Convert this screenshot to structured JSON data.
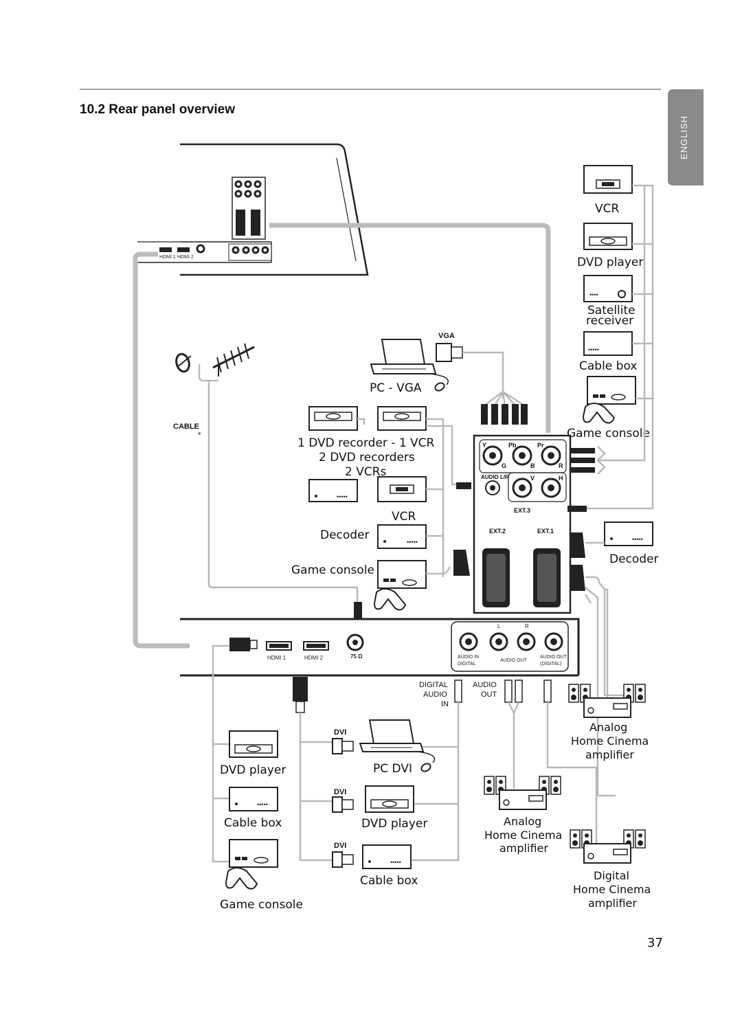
{
  "header": {
    "title": "10.2 Rear panel overview"
  },
  "side_tab": {
    "label": "ENGLISH",
    "color": "#8a8a8a"
  },
  "page_number": "37",
  "colors": {
    "wire": "#b9b9b9",
    "ink": "#222222"
  },
  "tv_top": {
    "port_labels": [
      "HDMI 1",
      "HDMI 2"
    ],
    "ext3_label": "EXT.3",
    "scart_labels": [
      "EXT.2",
      "EXT.1"
    ]
  },
  "antenna": {
    "cable_label": "CABLE"
  },
  "pc_vga": {
    "label": "PC - VGA",
    "connector_label": "VGA"
  },
  "left_devices": {
    "recorder_lines": [
      "1 DVD recorder - 1 VCR",
      "2 DVD recorders",
      "2 VCRs"
    ],
    "vcr": "VCR",
    "decoder": "Decoder",
    "game_console": "Game console"
  },
  "right_devices": {
    "vcr": "VCR",
    "dvd_player": "DVD player",
    "satellite": [
      "Satellite",
      "receiver"
    ],
    "cable_box": "Cable box",
    "game_console": "Game console",
    "decoder": "Decoder"
  },
  "ext3_panel": {
    "jacks": [
      "Y",
      "Pb",
      "Pr",
      "G",
      "B",
      "R",
      "V",
      "H"
    ],
    "audio_label": "AUDIO L/R",
    "title": "EXT.3",
    "scarts": [
      "EXT.2",
      "EXT.1"
    ]
  },
  "bottom_panel": {
    "ports": [
      "HDMI 1",
      "HDMI 2",
      "75 Ω"
    ],
    "audio_lr": [
      "L",
      "R"
    ],
    "audio_in": [
      "AUDIO IN",
      "DIGITAL"
    ],
    "audio_out": "AUDIO OUT",
    "audio_out_digital": [
      "AUDIO OUT",
      "(DIGITAL)"
    ]
  },
  "bottom_labels": {
    "digital_audio_in": [
      "DIGITAL",
      "AUDIO",
      "IN"
    ],
    "audio_out": [
      "AUDIO",
      "OUT"
    ],
    "dvi": "DVI",
    "hdmi_devices": [
      "DVD player",
      "Cable box",
      "Game console"
    ],
    "dvi_devices": [
      "PC DVI",
      "DVD player",
      "Cable box"
    ],
    "amp_analog_1": [
      "Analog",
      "Home Cinema",
      "amplifier"
    ],
    "amp_analog_2": [
      "Analog",
      "Home Cinema",
      "amplifier"
    ],
    "amp_digital": [
      "Digital",
      "Home Cinema",
      "amplifier"
    ]
  }
}
